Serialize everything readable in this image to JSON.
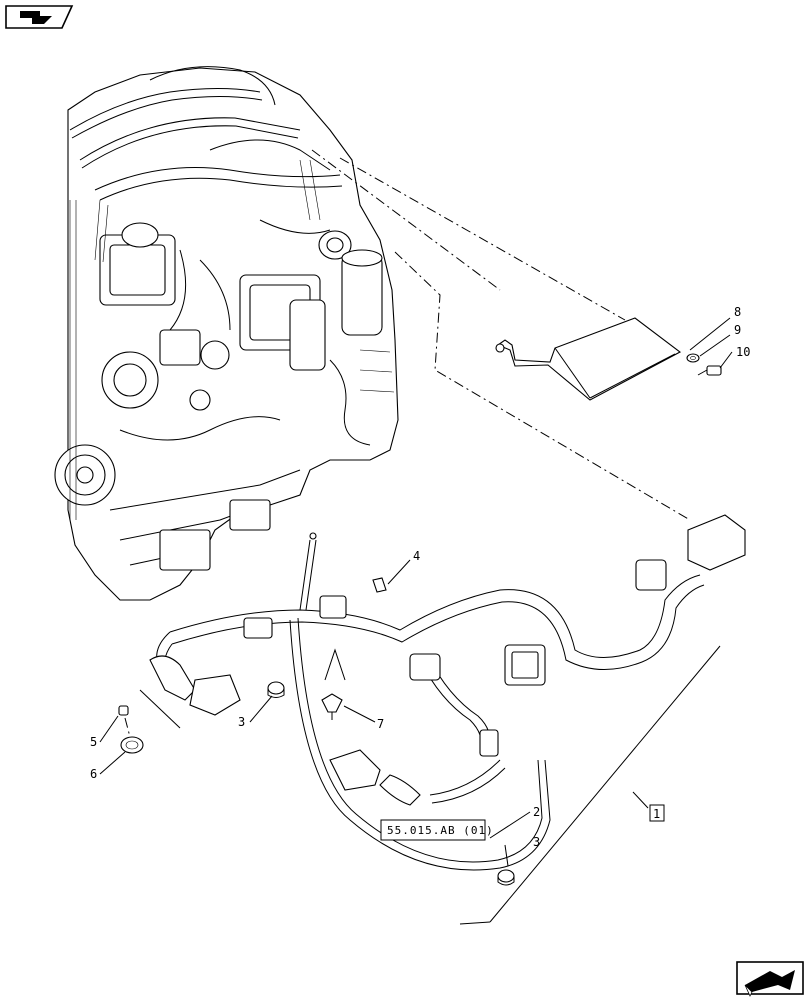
{
  "callouts": {
    "c1": "1",
    "c2": "2",
    "c3a": "3",
    "c3b": "3",
    "c4": "4",
    "c5": "5",
    "c6": "6",
    "c7": "7",
    "c8": "8",
    "c9": "9",
    "c10": "10"
  },
  "reference": {
    "label": "55.015.AB (01)"
  },
  "icons": {
    "top_left": "book-arrow-icon",
    "bottom_right": "next-page-arrow-icon"
  }
}
